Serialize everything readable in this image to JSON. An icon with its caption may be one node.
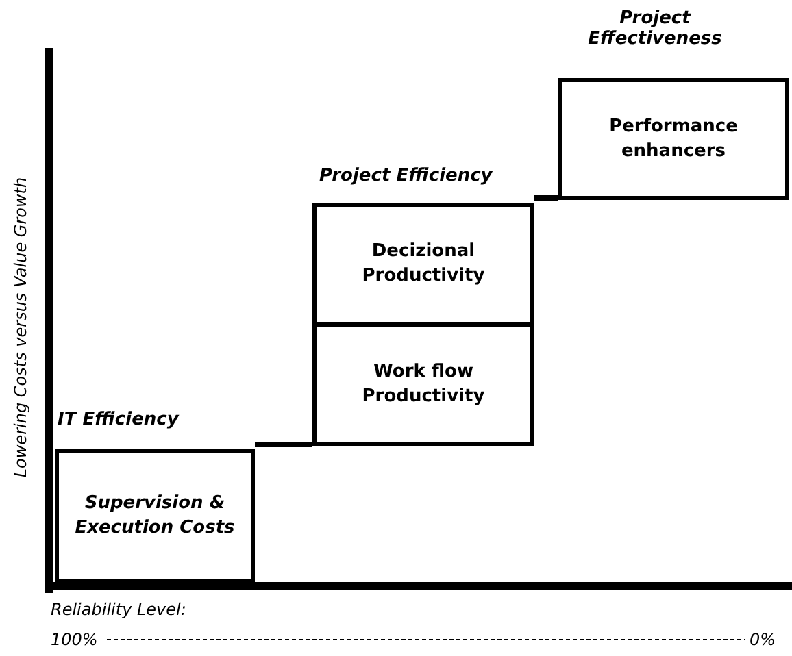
{
  "diagram": {
    "nodes": [
      {
        "text": [
          "Supervision & Execution Costs"
        ]
      },
      {
        "text": [
          "Decizional Productivity"
        ]
      },
      {
        "text": [
          "Work flow Productivity"
        ]
      },
      {
        "text": [
          "Performance enhancers"
        ]
      }
    ],
    "edges": [
      {
        "from": 0,
        "to": 2,
        "arrow": "none"
      },
      {
        "from": 1,
        "to": 3,
        "arrow": "none"
      }
    ],
    "labels": [
      "Project Effectiveness",
      "Project Efficiency",
      "IT Efficiency",
      "Lowering Costs versus Value Growth",
      "Reliability Level:",
      "100%",
      "0%"
    ]
  }
}
